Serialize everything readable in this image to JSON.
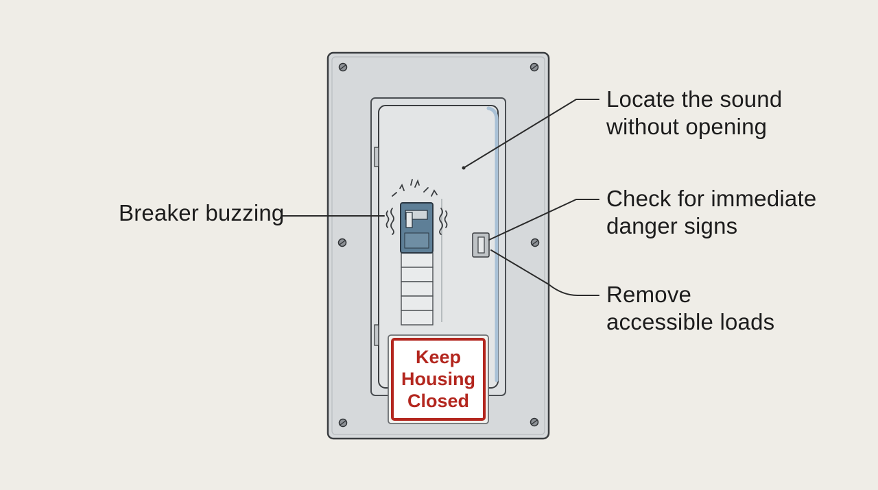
{
  "colors": {
    "background": "#efede7",
    "panel": "#d6d9db",
    "panel_outline": "#3a3d40",
    "breaker": "#5e7f97",
    "warning_red": "#b3261e",
    "label_text": "#1c1c1c"
  },
  "sign": {
    "lines": [
      "Keep",
      "Housing",
      "Closed"
    ]
  },
  "callouts": {
    "breaker": {
      "lines": [
        "Breaker buzzing"
      ]
    },
    "locate": {
      "lines": [
        "Locate the sound",
        "without opening"
      ]
    },
    "check": {
      "lines": [
        "Check for immediate",
        "danger signs"
      ]
    },
    "remove": {
      "lines": [
        "Remove",
        "accessible loads"
      ]
    }
  },
  "icons": {
    "screws": "screw-icon",
    "sound": "sound-wave-icon",
    "spark": "spark-icon"
  }
}
